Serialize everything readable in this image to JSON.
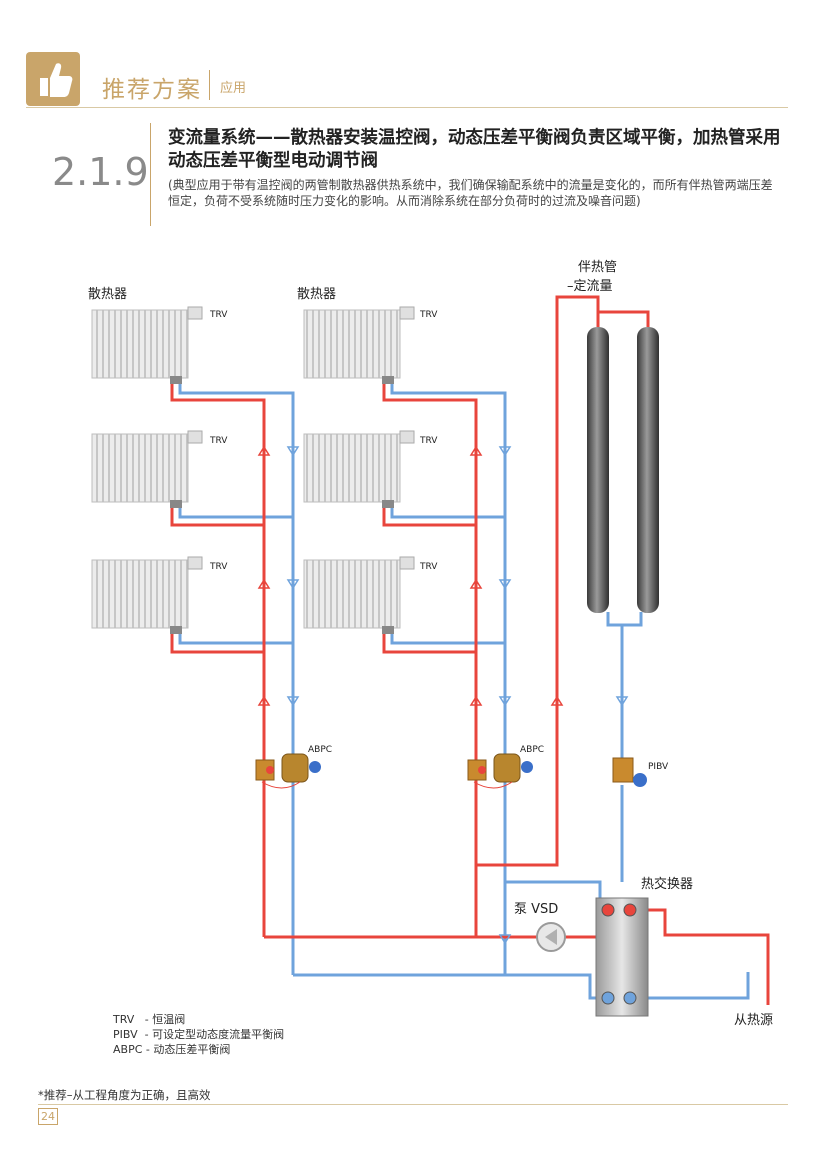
{
  "header": {
    "title": "推荐方案",
    "subtitle": "应用"
  },
  "section": {
    "number": "2.1.9",
    "title": "变流量系统——散热器安装温控阀，动态压差平衡阀负责区域平衡，加热管采用动态压差平衡型电动调节阀",
    "description": "(典型应用于带有温控阀的两管制散热器供热系统中，我们确保输配系统中的流量是变化的，而所有伴热管两端压差恒定，负荷不受系统随时压力变化的影响。从而消除系统在部分负荷时的过流及噪音问题)"
  },
  "diagram": {
    "radiator_label_1": "散热器",
    "radiator_label_2": "散热器",
    "trv": "TRV",
    "tracing_label_1": "伴热管",
    "tracing_label_2": "–定流量",
    "abpc": "ABPC",
    "pibv": "PIBV",
    "heat_exchanger": "热交换器",
    "pump": "泵 VSD",
    "from_source": "从热源",
    "colors": {
      "supply": "#e8453c",
      "return": "#6fa3dc"
    }
  },
  "legend": {
    "trv": "TRV   - 恒温阀",
    "pibv": "PIBV  - 可设定型动态度流量平衡阀",
    "abpc": "ABPC - 动态压差平衡阀"
  },
  "footer": {
    "note": "*推荐–从工程角度为正确，且高效",
    "page": "24"
  }
}
